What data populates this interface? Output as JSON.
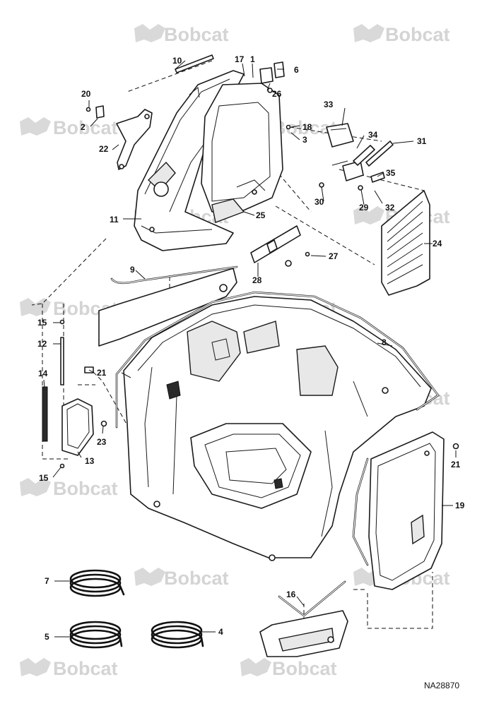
{
  "watermark": {
    "brand": "Bobcat"
  },
  "drawing_number": "NA28870",
  "callouts": {
    "c1": "1",
    "c2": "2",
    "c3": "3",
    "c4": "4",
    "c5": "5",
    "c6": "6",
    "c7": "7",
    "c8": "8",
    "c9": "9",
    "c10": "10",
    "c11": "11",
    "c12": "12",
    "c13": "13",
    "c14": "14",
    "c15a": "15",
    "c15b": "15",
    "c16": "16",
    "c17": "17",
    "c18": "18",
    "c19": "19",
    "c20": "20",
    "c21a": "21",
    "c21b": "21",
    "c22": "22",
    "c23": "23",
    "c24": "24",
    "c25": "25",
    "c26": "26",
    "c27": "27",
    "c28": "28",
    "c29": "29",
    "c30": "30",
    "c31": "31",
    "c32": "32",
    "c33": "33",
    "c34": "34",
    "c35": "35"
  }
}
